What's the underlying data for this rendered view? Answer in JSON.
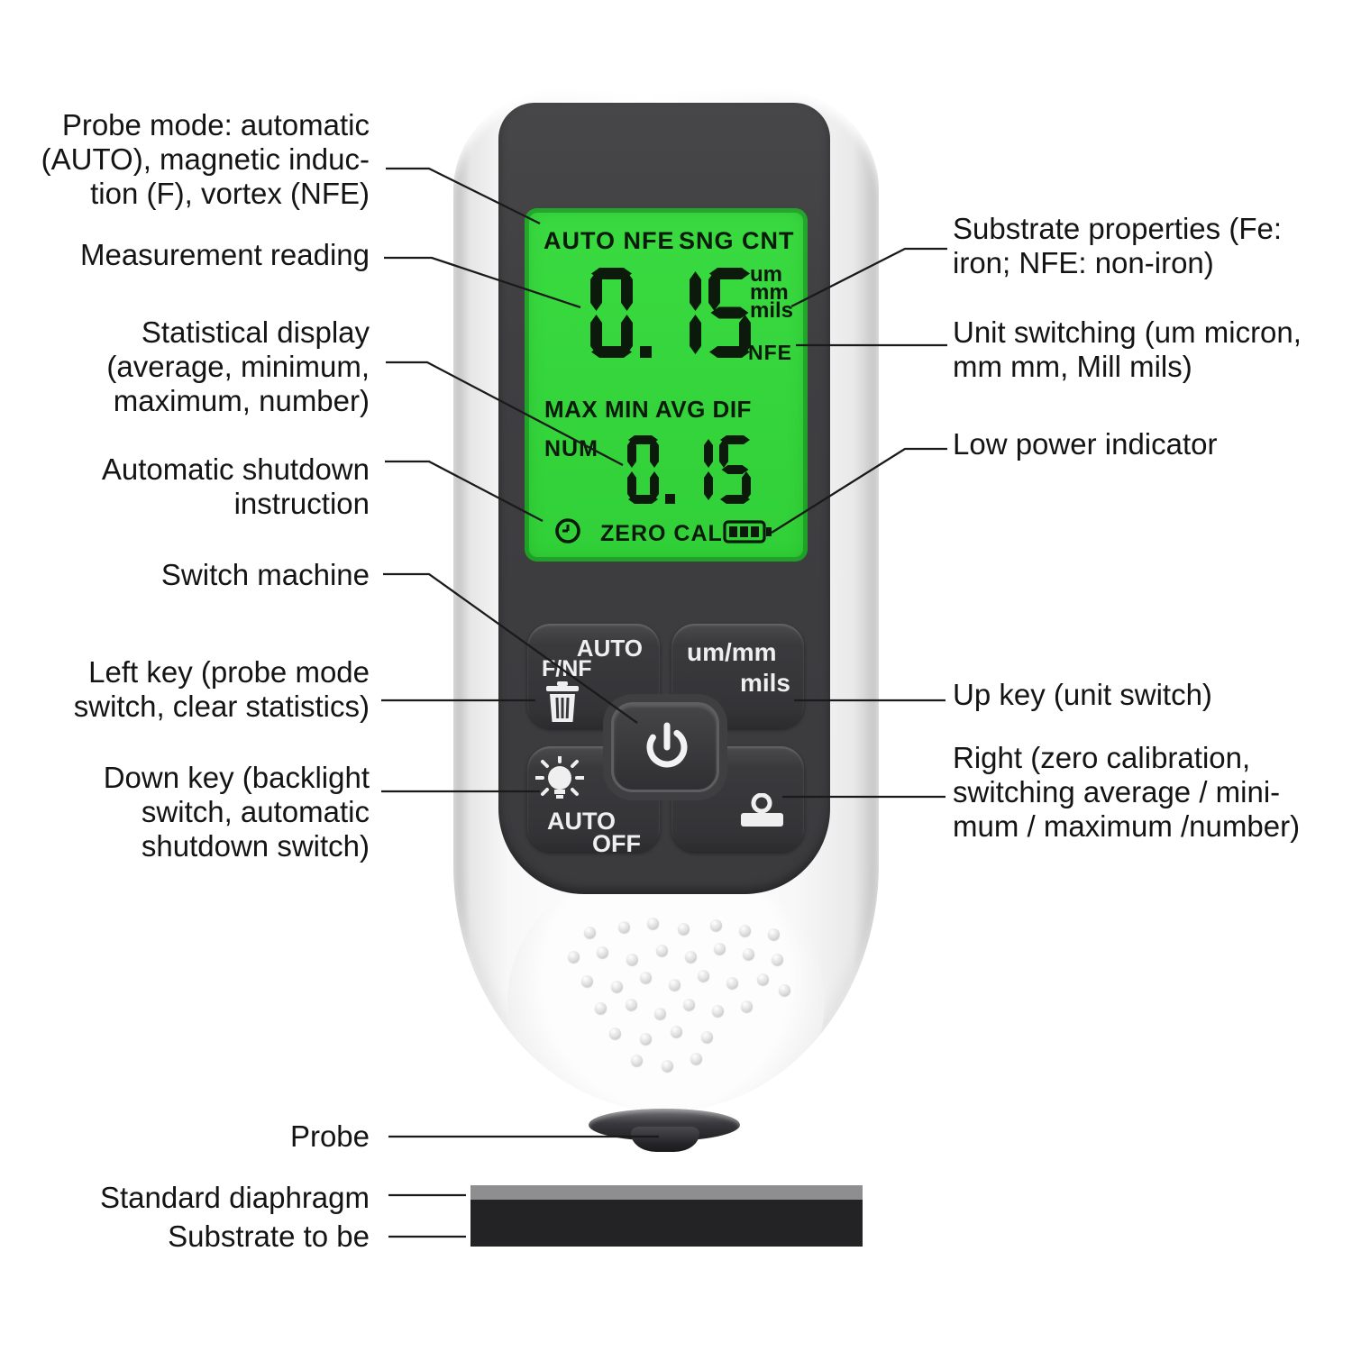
{
  "colors": {
    "screen_green": "#34d43b",
    "panel_dark": "#3f3f42",
    "button_dark": "#39393c",
    "lcd_text": "#0c1a0b",
    "diaphragm_gray": "#8e8e90",
    "substrate_black": "#232325"
  },
  "screen": {
    "mode_left": "AUTO NFE",
    "mode_right": "SNG CNT",
    "main_reading": "0.15",
    "unit_um": "um",
    "unit_mm": "mm",
    "unit_mils": "mils",
    "substrate_flag": "NFE",
    "stats_header": "MAX MIN AVG DIF",
    "num_label": "NUM",
    "stat_reading": "0.15",
    "zero_cal_label": "ZERO CAL"
  },
  "buttons": {
    "probe_mode": {
      "top": "AUTO",
      "left": "F/NF"
    },
    "unit": {
      "top": "um/mm",
      "bottom": "mils"
    },
    "backlight": {
      "top": "AUTO",
      "bottom": "OFF"
    }
  },
  "annotations": {
    "probe_mode": [
      "Probe mode: automatic",
      "(AUTO), magnetic induc-",
      "tion (F), vortex (NFE)"
    ],
    "measurement": [
      "Measurement reading"
    ],
    "statistical": [
      "Statistical display",
      "(average, minimum,",
      "maximum, number)"
    ],
    "auto_shutdown": [
      "Automatic shutdown",
      "instruction"
    ],
    "switch_machine": [
      "Switch machine"
    ],
    "left_key": [
      "Left key (probe mode",
      "switch, clear statistics)"
    ],
    "down_key": [
      "Down key (backlight",
      "switch, automatic",
      "shutdown switch)"
    ],
    "probe": [
      "Probe"
    ],
    "standard_diaphragm": [
      "Standard diaphragm"
    ],
    "substrate": [
      "Substrate to be"
    ],
    "substrate_properties": [
      "Substrate properties (Fe:",
      "iron; NFE: non-iron)"
    ],
    "unit_switching": [
      "Unit switching (um micron,",
      "mm mm, Mill mils)"
    ],
    "low_power": [
      "Low power indicator"
    ],
    "up_key": [
      "Up key (unit switch)"
    ],
    "right_key": [
      "Right (zero calibration,",
      "switching average / mini-",
      "mum / maximum /number)"
    ]
  }
}
